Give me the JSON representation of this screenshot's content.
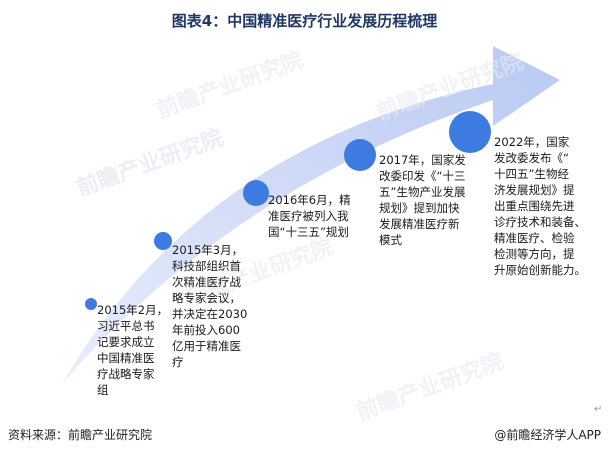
{
  "title": "图表4：中国精准医疗行业发展历程梳理",
  "events": [
    {
      "text": "2015年2月，\n习近平总书\n记要求成立\n中国精准医\n疗战略专家\n组"
    },
    {
      "text": "2015年3月，\n科技部组织首\n次精准医疗战\n略专家会议，\n并决定在2030\n年前投入600\n亿用于精准医\n疗"
    },
    {
      "text": "2016年6月，精\n准医疗被列入我\n国“十三五”规划"
    },
    {
      "text": "2017年，国家发\n改委印发《“十三\n五”生物产业发展\n规划》提到加快\n发展精准医疗新\n模式"
    },
    {
      "text": "2022年，国家\n发改委发布《“\n十四五”生物经\n济发展规划》提\n出重点围绕先进\n诊疗技术和装备、\n精准医疗、检验\n检测等方向，提\n升原始创新能力。"
    }
  ],
  "source": "资料来源：前瞻产业研究院",
  "credit": "@前瞻经济学人APP",
  "watermark": "前瞻产业研究院",
  "return_mark": "↵",
  "colors": {
    "arrow": "#c7d4f5",
    "dot": "#3d7be0",
    "title": "#1f3864"
  }
}
